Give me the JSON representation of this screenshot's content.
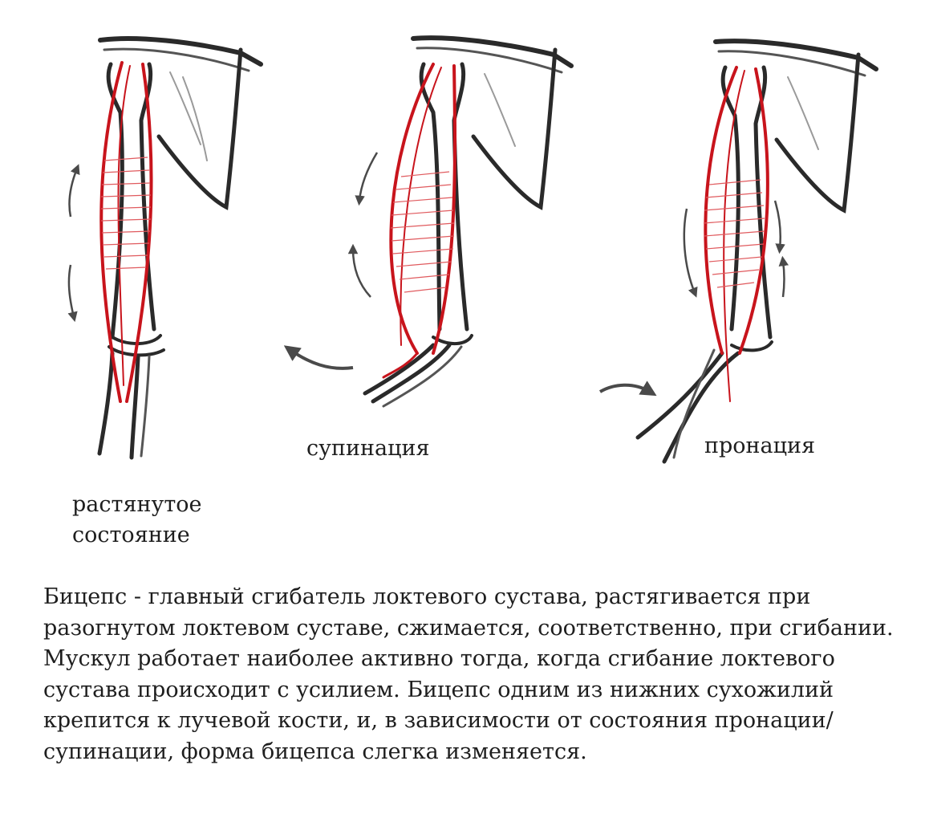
{
  "labels": {
    "stretched": "растянутое состояние",
    "supination": "супинация",
    "pronation": "пронация"
  },
  "caption": "Бицепс - главный сгибатель локтевого сустава, растягивается при разогнутом локтевом суставе, сжимается, соответственно, при сгибании. Мускул работает наиболее активно тогда, когда сгибание локтевого сустава происходит с усилием. Бицепс одним из нижних сухожилий крепится к лучевой кости, и, в зависимости от состояния пронации/супинации, форма бицепса слегка изменяется.",
  "colors": {
    "bone": "#2a2a2a",
    "bone_light": "#9a9a9a",
    "muscle": "#c8141c",
    "hatch": "#e05a5e",
    "arrow": "#4a4a4a"
  }
}
